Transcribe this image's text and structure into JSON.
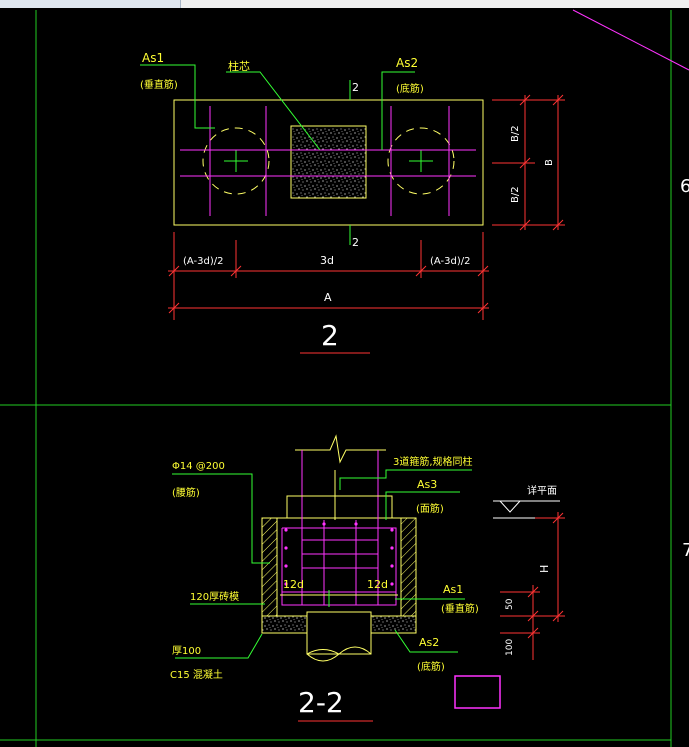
{
  "plan": {
    "label_as1": "As1",
    "label_as1_note": "(垂直筋)",
    "label_column_core": "柱芯",
    "label_as2": "As2",
    "label_as2_note": "(底筋)",
    "section_mark_top": "2",
    "section_mark_bottom": "2",
    "dim_half_b_top": "B/2",
    "dim_half_b_bottom": "B/2",
    "dim_b": "B",
    "dim_left": "(A-3d)/2",
    "dim_mid": "3d",
    "dim_right": "(A-3d)/2",
    "dim_total": "A",
    "title": "2"
  },
  "section": {
    "label_stirrup": "Φ14 @200",
    "label_stirrup_note": "(腰筋)",
    "label_tie": "3道箍筋,规格同柱",
    "label_as3": "As3",
    "label_as3_note": "(面筋)",
    "label_ground": "详平面",
    "label_h": "H",
    "label_12d_left": "12d",
    "label_12d_right": "12d",
    "label_brick": "120厚砖模",
    "label_as1": "As1",
    "label_as1_note": "(垂直筋)",
    "label_dim_50": "50",
    "label_pad": "厚100",
    "label_concrete": "C15 混凝土",
    "label_as2": "As2",
    "label_as2_note": "(底筋)",
    "label_dim_100": "100",
    "title": "2-2"
  },
  "edge_marks": {
    "right_top": "6",
    "right_bottom": "7"
  },
  "colors": {
    "outline": "#ffff66",
    "rebar": "#ff33ff",
    "leader": "#33ff33",
    "dimension": "#ff3333",
    "text": "#ffff33",
    "frame": "#22cc22"
  }
}
